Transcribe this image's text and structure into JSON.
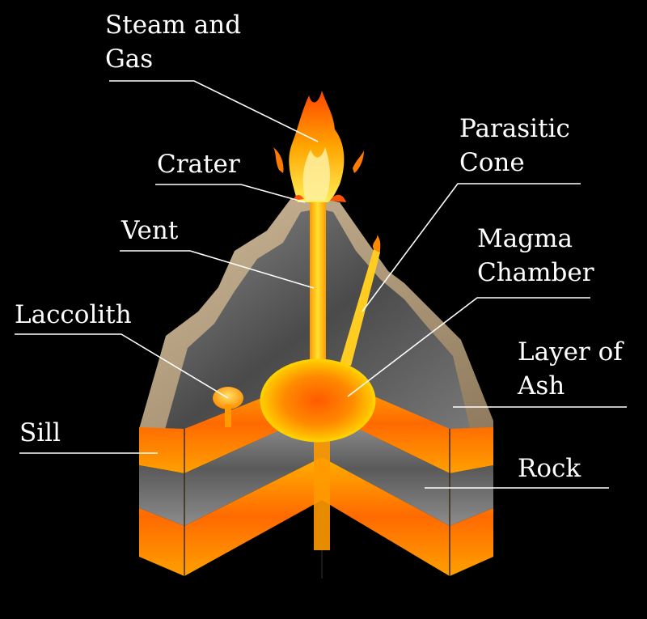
{
  "labels": {
    "steam_line1": "Steam and",
    "steam_line2": "Gas",
    "crater": "Crater",
    "vent": "Vent",
    "laccolith": "Laccolith",
    "sill": "Sill",
    "parasitic_line1": "Parasitic",
    "parasitic_line2": "Cone",
    "magma_line1": "Magma",
    "magma_line2": "Chamber",
    "ash_line1": "Layer of",
    "ash_line2": "Ash",
    "rock": "Rock"
  },
  "colors": {
    "background": "#000000",
    "label_text": "#ffffff",
    "leader_line": "#ffffff",
    "ash_layer": "#b79f7e",
    "rock": "#6e6e6e",
    "magma": "#ff8c00",
    "magma_hot": "#ffe033"
  }
}
